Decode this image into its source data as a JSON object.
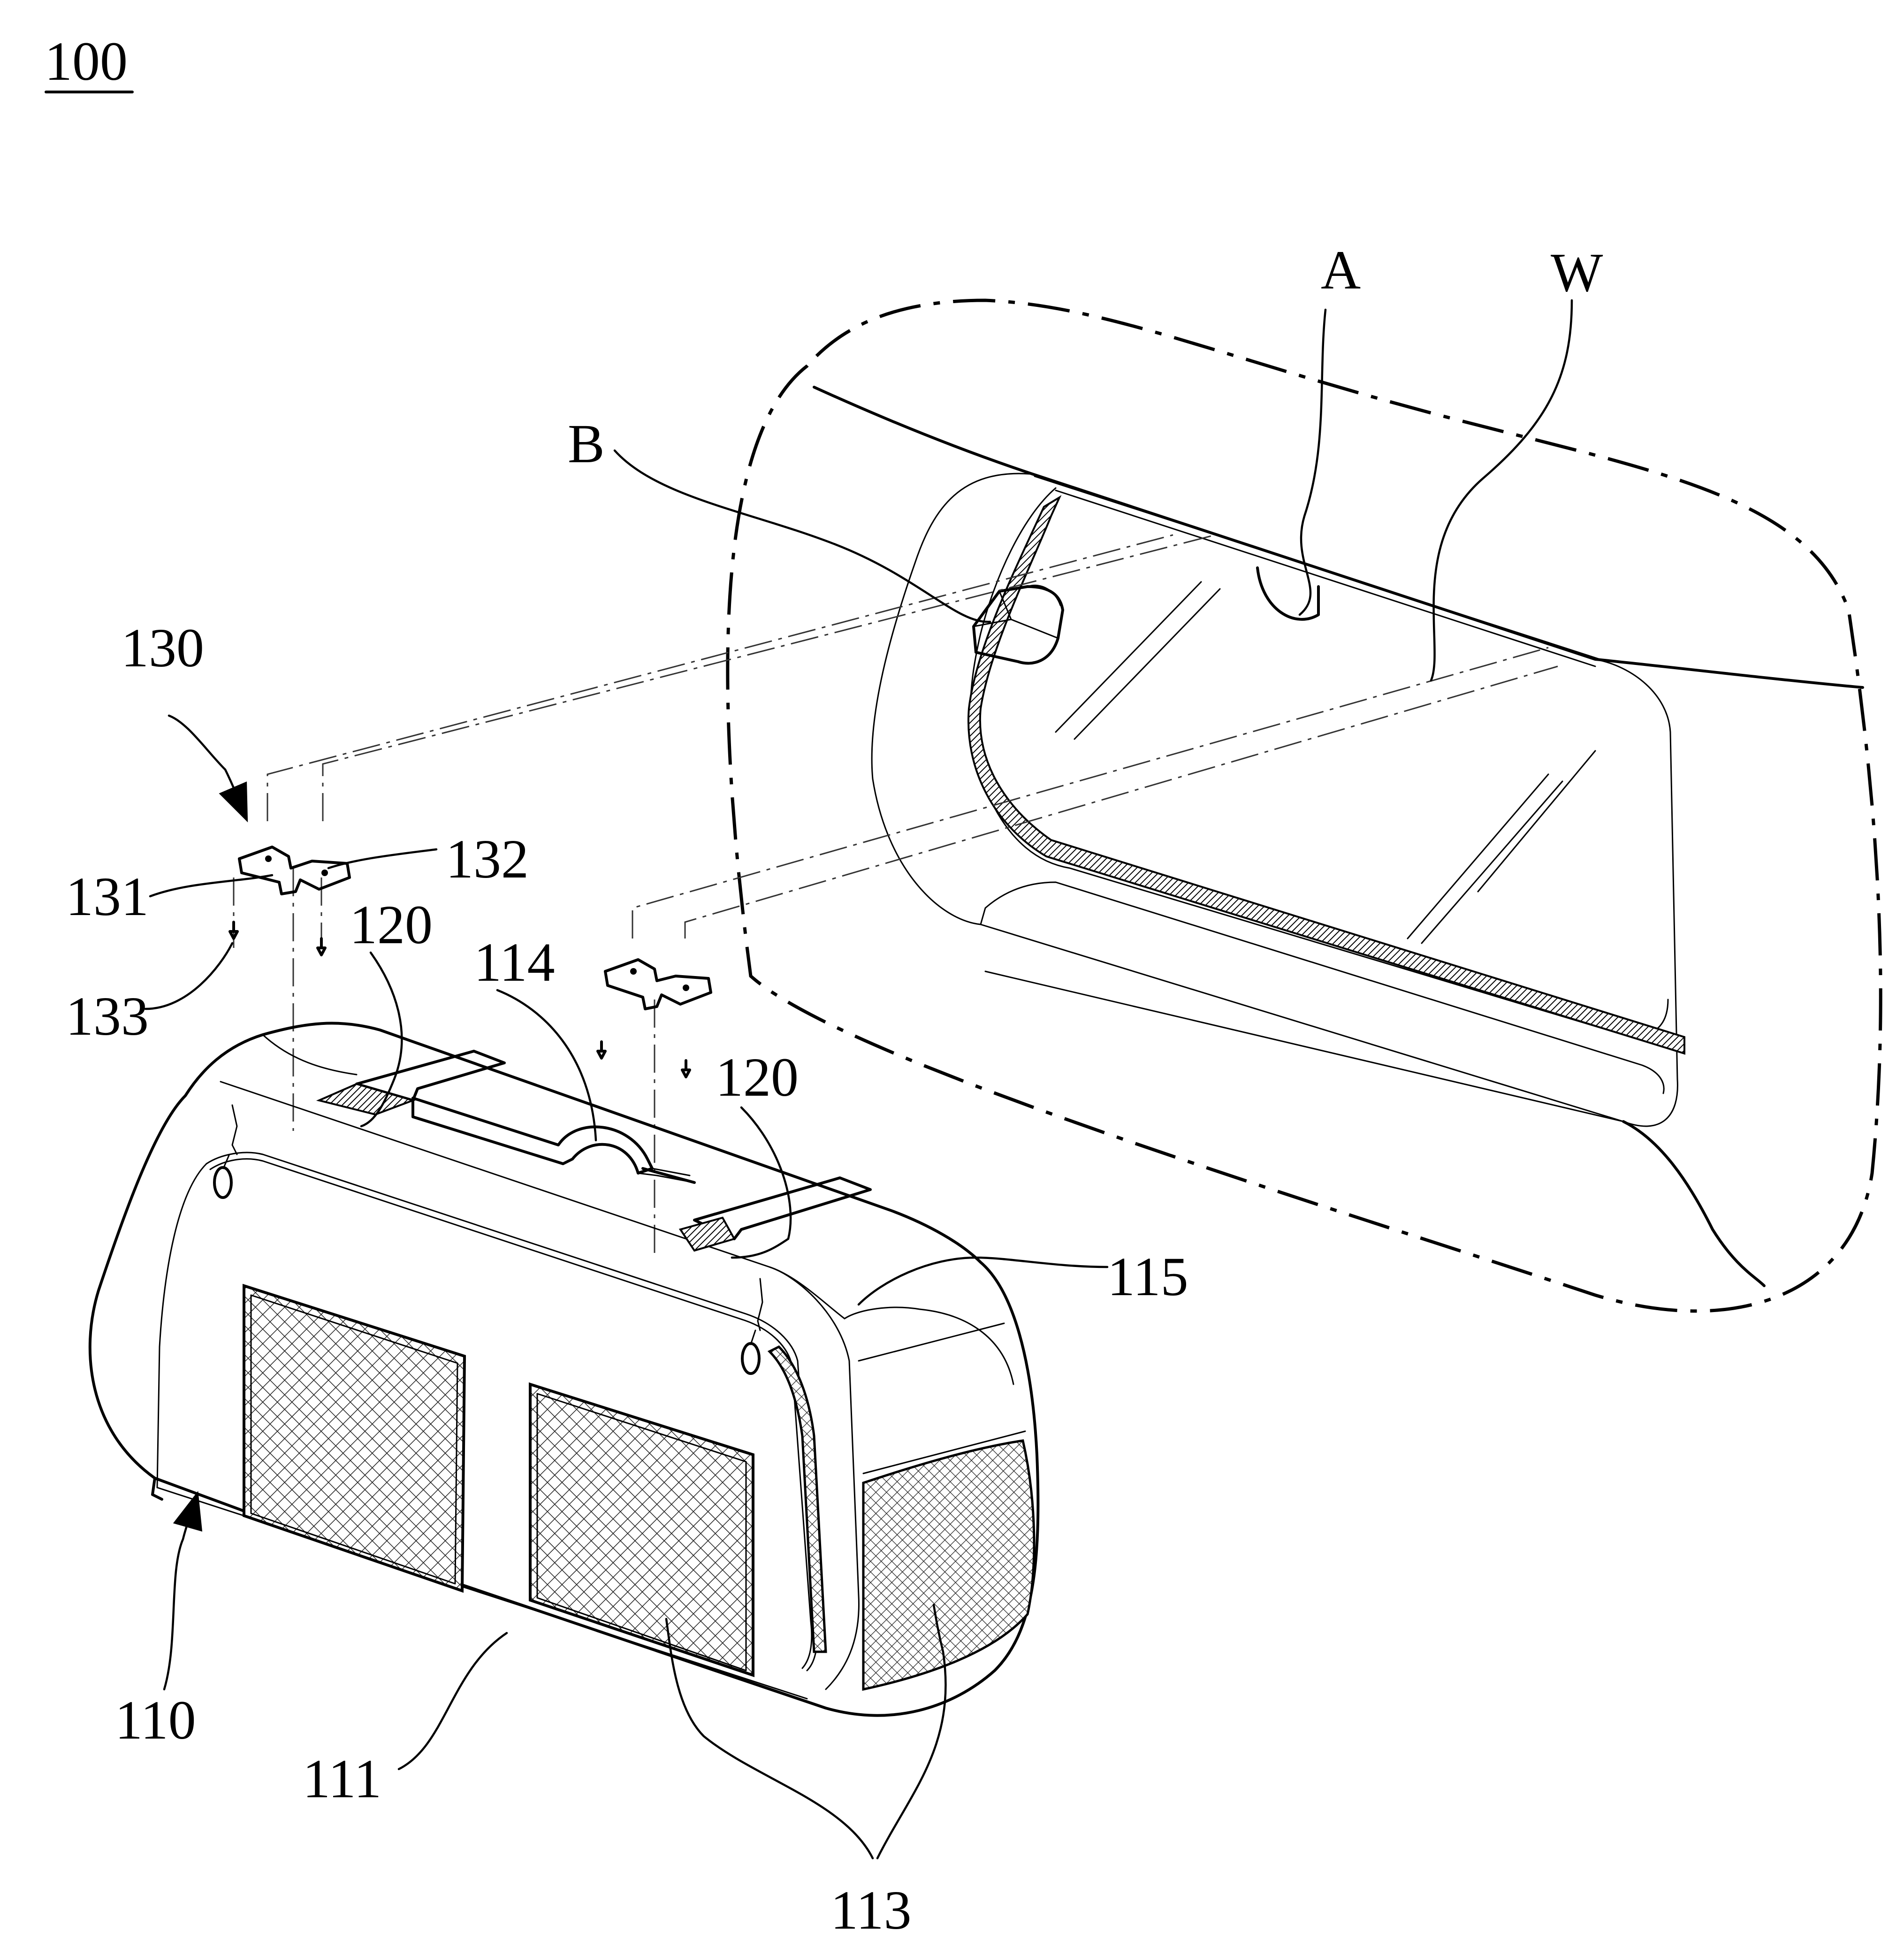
{
  "figure": {
    "figure_ref": "100",
    "reference_labels": {
      "window_opening": "A",
      "hook": "B",
      "window": "W",
      "bracket_assembly": "130",
      "bracket_part_131": "131",
      "bracket_part_132": "132",
      "screw": "133",
      "strap_left": "120",
      "strap_right": "120",
      "handle": "114",
      "edge_115": "115",
      "bag_body": "110",
      "front_panel": "111",
      "mesh_pockets": "113"
    }
  }
}
